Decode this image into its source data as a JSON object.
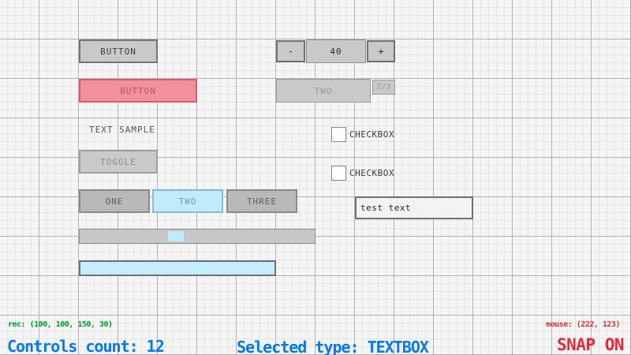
{
  "workspace": {
    "button": {
      "label": "BUTTON"
    },
    "button_red": {
      "label": "BUTTON"
    },
    "text_label": {
      "text": "TEXT SAMPLE"
    },
    "toggle": {
      "label": "TOGGLE"
    },
    "toggle_group": {
      "options": [
        "ONE",
        "TWO",
        "THREE"
      ],
      "selected": "TWO"
    },
    "spinner": {
      "minus_label": "-",
      "value": "40",
      "plus_label": "+"
    },
    "dropdown": {
      "selected": "TWO",
      "counter": "2/3"
    },
    "checkbox_a": {
      "label": "CHECKBOX",
      "checked": false
    },
    "checkbox_b": {
      "label": "CHECKBOX",
      "checked": false
    },
    "textbox": {
      "value": "test text"
    }
  },
  "statusbar": {
    "rec": "rec: (100, 100, 150, 30)",
    "controls_count": "Controls count: 12",
    "selected_type": "Selected type: TEXTBOX",
    "mouse": "mouse: (222, 123)",
    "snap": "SNAP ON"
  },
  "colors": {
    "background": "#f5f5f5",
    "grid_major": "#b2b2b2",
    "grid_minor": "#e5e5e5",
    "control_fill": "#c9c9c9",
    "focus_fill": "#c1ebfc",
    "focus_border": "#85bcd8",
    "button_red_fill": "#f0929b",
    "button_red_border": "#d25f6b",
    "status_green": "#009e2f",
    "status_blue": "#0079f1",
    "status_red": "#e62937"
  }
}
